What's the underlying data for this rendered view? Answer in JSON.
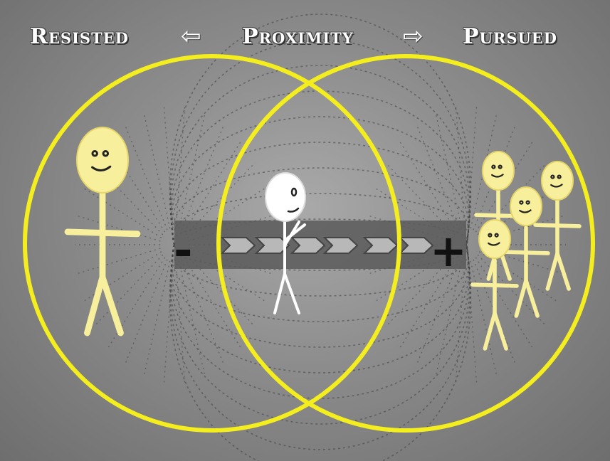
{
  "labels": {
    "left": "Resisted",
    "center": "Proximity",
    "right": "Pursued",
    "negative_pole": "-",
    "positive_pole": "+"
  },
  "icons": {
    "left_arrow": "⇦",
    "right_arrow": "⇨"
  },
  "colors": {
    "circle": "#f5ee1e",
    "figure_fill": "#f7ef9c",
    "figure_highlight": "#ffffff",
    "bar": "#5a5a5a",
    "chevron": "#b8b8b8"
  }
}
